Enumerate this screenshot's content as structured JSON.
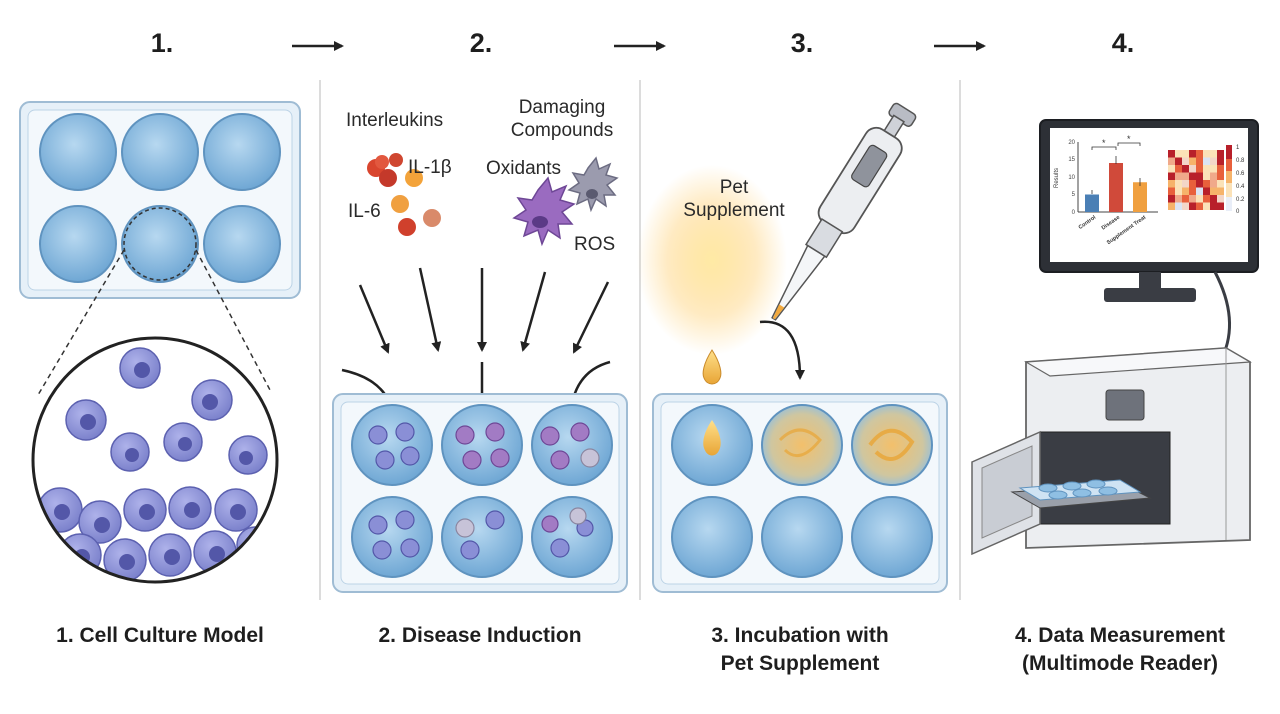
{
  "steps": [
    {
      "number": "1.",
      "caption": [
        "1. Cell Culture Model",
        ""
      ]
    },
    {
      "number": "2.",
      "caption": [
        "2. Disease Induction",
        ""
      ]
    },
    {
      "number": "3.",
      "caption": [
        "3. Incubation with",
        "Pet Supplement"
      ]
    },
    {
      "number": "4.",
      "caption": [
        "4. Data Measurement",
        "(Multimode Reader)"
      ]
    }
  ],
  "step2": {
    "interleukins": "Interleukins",
    "il1b": "IL-1β",
    "il6": "IL-6",
    "damaging": [
      "Damaging",
      "Compounds"
    ],
    "oxidants": "Oxidants",
    "ros": "ROS"
  },
  "step3": {
    "supplement": [
      "Pet",
      "Supplement"
    ]
  },
  "monitor": {
    "ylabel": "Results",
    "bars": [
      {
        "label": "Control",
        "value": 5,
        "color": "#4a7fb5"
      },
      {
        "label": "Disease",
        "value": 14,
        "color": "#d04a3a"
      },
      {
        "label": "Supplement Treat",
        "value": 8.5,
        "color": "#f0a040"
      }
    ],
    "yticks": [
      "0",
      "5",
      "10",
      "15",
      "20"
    ],
    "star": "*",
    "colorbar_ticks": [
      "1",
      "0.8",
      "0.6",
      "0.4",
      "0.2",
      "0"
    ]
  },
  "colors": {
    "well": "#8fbfe3",
    "cell": "#8a8fd6",
    "nucleus": "#5357a8",
    "interleukin": "#d9452e",
    "oxidant": "#9a6bc0",
    "supplement": "#f5b846"
  }
}
